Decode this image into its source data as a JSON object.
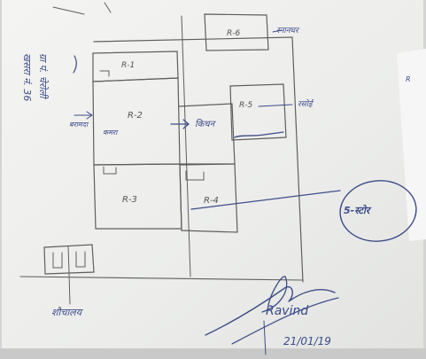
{
  "rooms": {
    "r1": "R-1",
    "r2": "R-2",
    "r3": "R-3",
    "r4": "R-4",
    "r5": "R-5",
    "r6": "R-6"
  },
  "left_labels": {
    "line1": "ग्रा पं. चेरोली",
    "line2": "खसरा नं. 36"
  },
  "inner_labels": {
    "r2_left": "बरामदा",
    "r2_sub": "कमरा",
    "kitchen": "किचन",
    "r5_right": "रसोई",
    "r6_right": "स्नानघर"
  },
  "road_label": "5-स्टोर",
  "toilet_label": "शौचालय",
  "signature": {
    "text": "Ravind",
    "date": "21/01/19"
  },
  "edge_note": "R"
}
